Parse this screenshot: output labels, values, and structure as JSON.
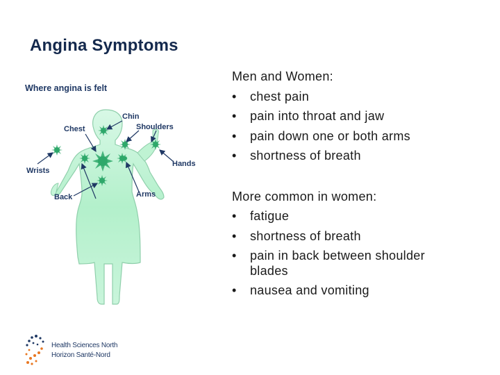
{
  "slide": {
    "title": "Angina Symptoms"
  },
  "diagram": {
    "title": "Where angina is felt",
    "labels": {
      "chin": "Chin",
      "chest": "Chest",
      "shoulders": "Shoulders",
      "wrists": "Wrists",
      "hands": "Hands",
      "back": "Back",
      "arms": "Arms"
    },
    "colors": {
      "body_top": "#c6f5d9",
      "body_bottom": "#a6eec2",
      "outline": "#8fcfab",
      "burst": "#2ea86a",
      "arrow": "#1f3864"
    }
  },
  "symptoms": {
    "men_and_women": {
      "heading": "Men and Women:",
      "items": [
        "chest pain",
        "pain into throat and jaw",
        "pain down one or both arms",
        "shortness of breath"
      ]
    },
    "women": {
      "heading": "More common in women:",
      "items": [
        "fatigue",
        "shortness of breath",
        "pain in back between shoulder blades",
        "nausea and vomiting"
      ]
    },
    "bullet_char": "•"
  },
  "logo": {
    "line1": "Health Sciences North",
    "line2": "Horizon Santé-Nord",
    "icon": "dotted-spiral-logo-icon"
  }
}
